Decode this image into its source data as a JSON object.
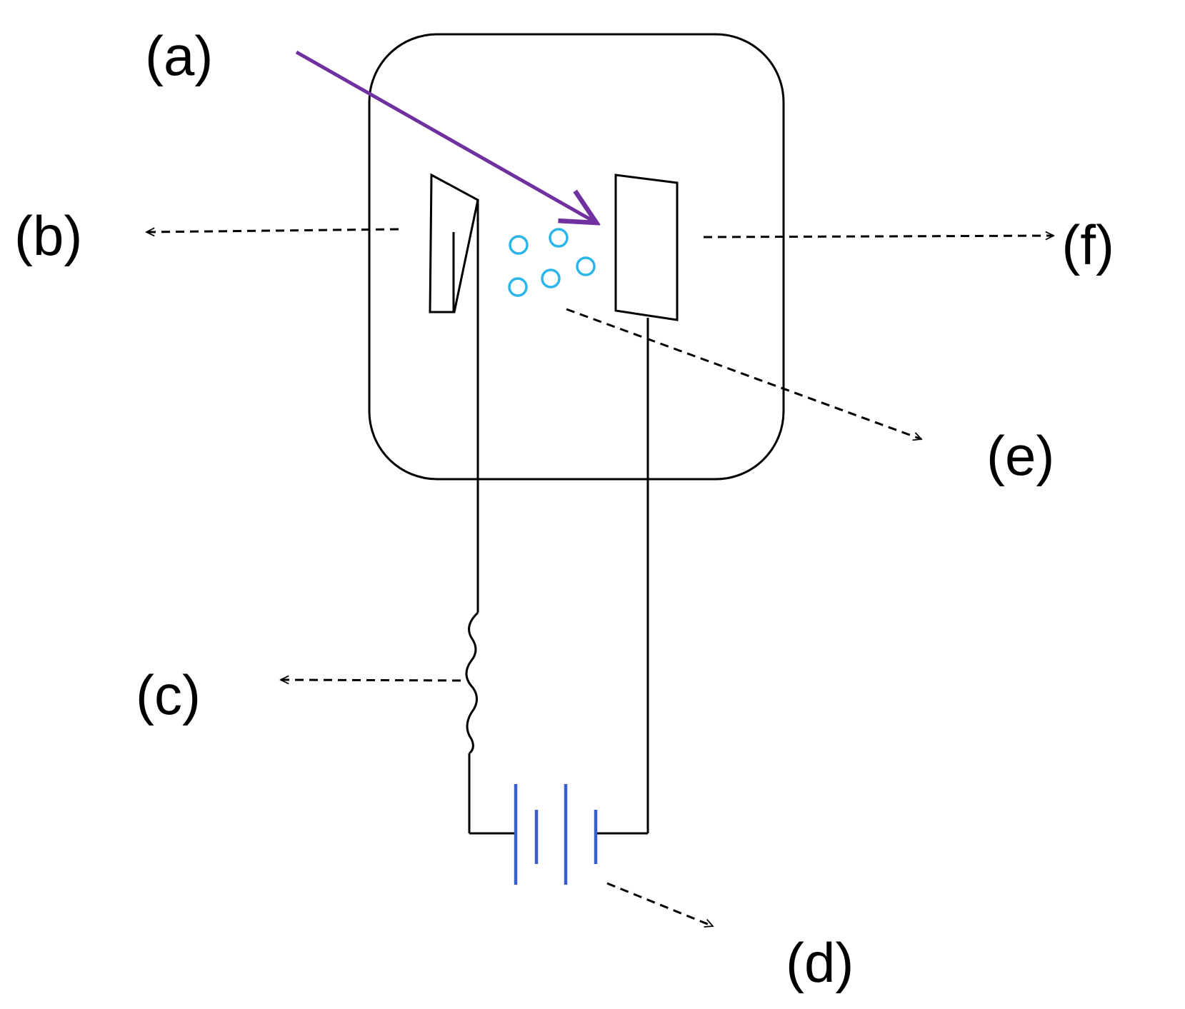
{
  "labels": {
    "a": "(a)",
    "b": "(b)",
    "c": "(c)",
    "d": "(d)",
    "e": "(e)",
    "f": "(f)"
  },
  "colors": {
    "line": "#000000",
    "incident_arrow": "#7030a0",
    "particles": "#2bb5e8",
    "battery": "#3a5fcd",
    "background": "#ffffff"
  }
}
